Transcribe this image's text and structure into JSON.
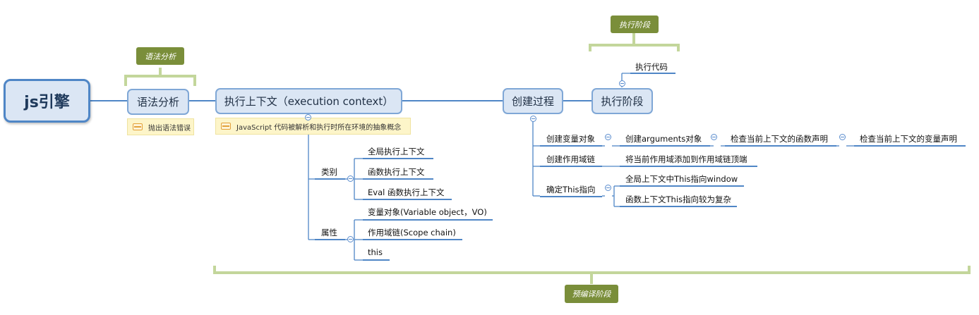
{
  "root": {
    "label": "js引擎"
  },
  "syntax": {
    "label": "语法分析",
    "note": "抛出语法错误",
    "tag": "语法分析"
  },
  "context": {
    "label": "执行上下文（execution context）",
    "note": "JavaScript 代码被解析和执行时所在环境的抽象概念",
    "types": {
      "label": "类别",
      "items": [
        "全局执行上下文",
        "函数执行上下文",
        "Eval 函数执行上下文"
      ]
    },
    "props": {
      "label": "属性",
      "items": [
        "变量对象(Variable object，VO)",
        "作用域链(Scope chain)",
        "this"
      ]
    },
    "tag": "预编译阶段"
  },
  "create": {
    "label": "创建过程",
    "var_obj": {
      "label": "创建变量对象",
      "steps": [
        "创建arguments对象",
        "检查当前上下文的函数声明",
        "检查当前上下文的变量声明"
      ]
    },
    "scope": {
      "label": "创建作用域链",
      "detail": "将当前作用域添加到作用域链顶端"
    },
    "this": {
      "label": "确定This指向",
      "items": [
        "全局上下文中This指向window",
        "函数上下文This指向较为复杂"
      ]
    }
  },
  "exec": {
    "label": "执行阶段",
    "child": "执行代码",
    "tag": "执行阶段"
  }
}
